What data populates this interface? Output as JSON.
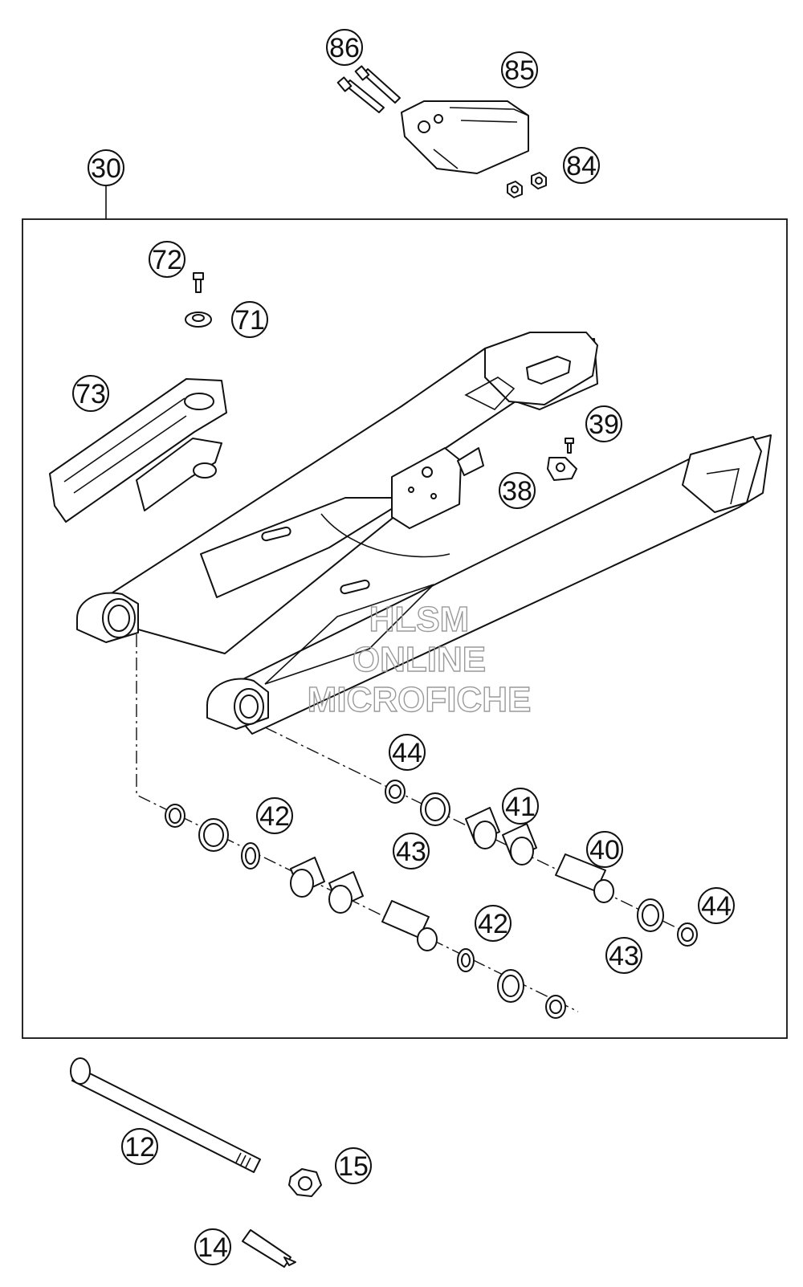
{
  "callouts": {
    "c86": "86",
    "c85": "85",
    "c84": "84",
    "c30": "30",
    "c72": "72",
    "c71": "71",
    "c73": "73",
    "c39": "39",
    "c38": "38",
    "c44a": "44",
    "c42a": "42",
    "c43a": "43",
    "c41": "41",
    "c40": "40",
    "c44b": "44",
    "c42b": "42",
    "c43b": "43",
    "c12": "12",
    "c15": "15",
    "c14": "14"
  },
  "watermark": {
    "line1": "HLSM",
    "line2": "ONLINE",
    "line3": "MICROFICHE"
  }
}
